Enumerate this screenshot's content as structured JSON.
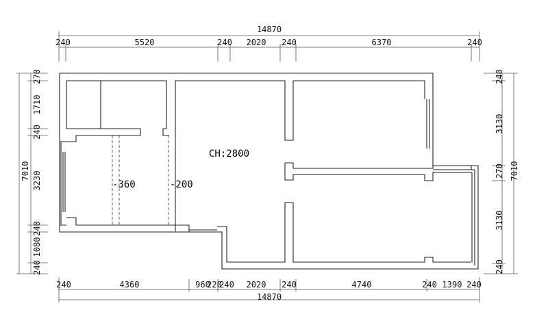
{
  "plan": {
    "ceiling_label": "CH:2800",
    "level_marks": [
      "-360",
      "-200"
    ]
  },
  "dimensions": {
    "top_total": "14870",
    "top_segments": [
      "240",
      "5520",
      "240",
      "2020",
      "240",
      "6370",
      "240"
    ],
    "bottom_total": "14870",
    "bottom_segments": [
      "240",
      "4360",
      "960",
      "220",
      "240",
      "2020",
      "240",
      "4740",
      "240",
      "1390",
      "240"
    ],
    "left_total": "7010",
    "left_segments": [
      "270",
      "1710",
      "240",
      "3230",
      "240",
      "1080",
      "240"
    ],
    "right_total": "7010",
    "right_segments": [
      "240",
      "3130",
      "270",
      "3130",
      "240"
    ]
  }
}
